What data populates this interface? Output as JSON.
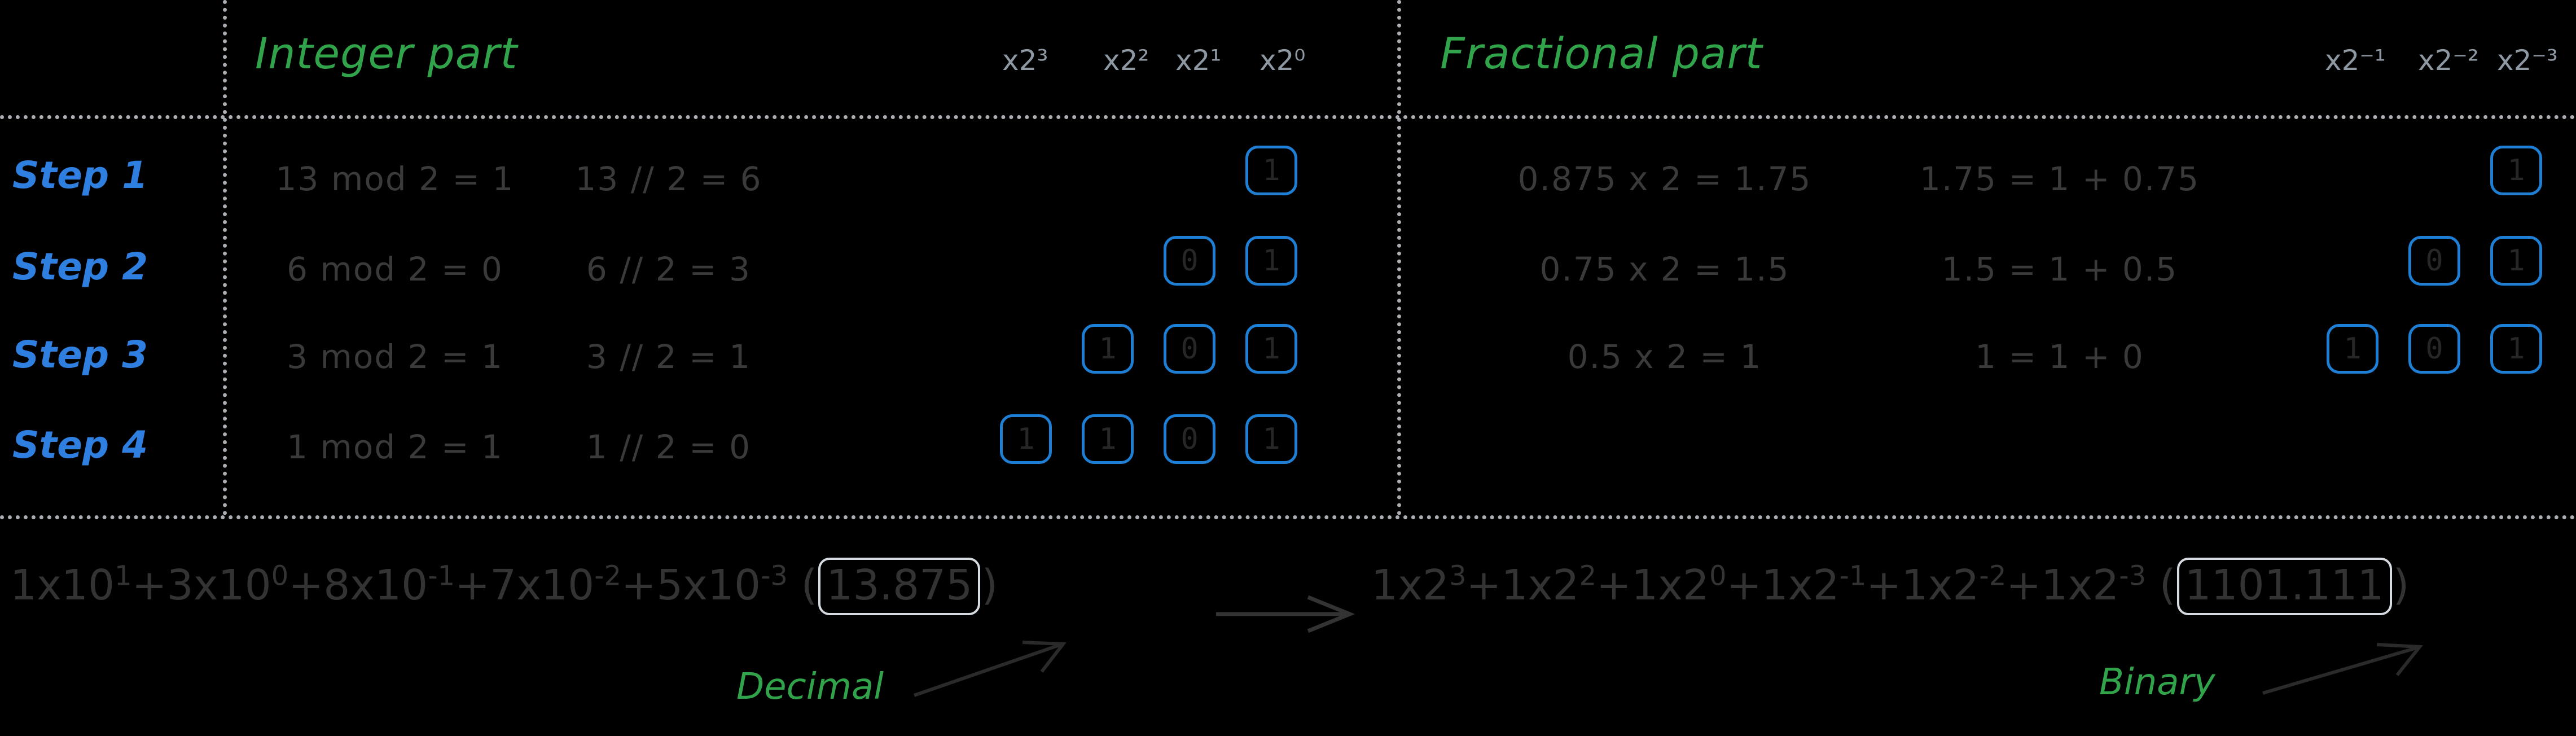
{
  "sections": {
    "integer": {
      "title": "Integer part",
      "power_headers": [
        "x2³",
        "x2²",
        "x2¹",
        "x2⁰"
      ],
      "steps": [
        {
          "label": "Step 1",
          "mod_eq": "13 mod 2 = 1",
          "div_eq": "13 // 2 = 6",
          "bits": [
            "1"
          ]
        },
        {
          "label": "Step 2",
          "mod_eq": "6 mod 2 = 0",
          "div_eq": "6 // 2 = 3",
          "bits": [
            "0",
            "1"
          ]
        },
        {
          "label": "Step 3",
          "mod_eq": "3 mod 2 = 1",
          "div_eq": "3 // 2 = 1",
          "bits": [
            "1",
            "0",
            "1"
          ]
        },
        {
          "label": "Step 4",
          "mod_eq": "1 mod 2 = 1",
          "div_eq": "1 // 2 = 0",
          "bits": [
            "1",
            "1",
            "0",
            "1"
          ]
        }
      ]
    },
    "fractional": {
      "title": "Fractional part",
      "power_headers": [
        "x2⁻¹",
        "x2⁻²",
        "x2⁻³"
      ],
      "steps": [
        {
          "mul_eq": "0.875 x 2 = 1.75",
          "split_eq": "1.75 = 1 + 0.75",
          "bits": [
            "1"
          ]
        },
        {
          "mul_eq": "0.75 x 2 = 1.5",
          "split_eq": "1.5 = 1 + 0.5",
          "bits": [
            "0",
            "1"
          ]
        },
        {
          "mul_eq": "0.5 x 2 = 1",
          "split_eq": "1 = 1 + 0",
          "bits": [
            "1",
            "0",
            "1"
          ]
        }
      ]
    }
  },
  "bottom": {
    "decimal_terms": [
      {
        "coef": "1x10",
        "exp": "1",
        "plus": ""
      },
      {
        "coef": "3x10",
        "exp": "0",
        "plus": "+"
      },
      {
        "coef": "8x10",
        "exp": "-1",
        "plus": "+"
      },
      {
        "coef": "7x10",
        "exp": "-2",
        "plus": "+"
      },
      {
        "coef": "5x10",
        "exp": "-3",
        "plus": "+"
      }
    ],
    "decimal_value": "13.875",
    "binary_terms": [
      {
        "coef": "1x2",
        "exp": "3",
        "plus": ""
      },
      {
        "coef": "1x2",
        "exp": "2",
        "plus": "+"
      },
      {
        "coef": "1x2",
        "exp": "0",
        "plus": "+"
      },
      {
        "coef": "1x2",
        "exp": "-1",
        "plus": "+"
      },
      {
        "coef": "1x2",
        "exp": "-2",
        "plus": "+"
      },
      {
        "coef": "1x2",
        "exp": "-3",
        "plus": "+"
      }
    ],
    "binary_value": "1101.111",
    "decimal_label": "Decimal",
    "binary_label": "Binary",
    "arrow": "→"
  },
  "colors": {
    "background": "#000000",
    "green": "#31a44b",
    "blue_step": "#2f7fe0",
    "blue_cell": "#1f7fd4",
    "grey_text": "#8e98a3",
    "dark_text": "#333333",
    "divider": "#c8ccd2",
    "box_outline": "#d5dbe0"
  }
}
